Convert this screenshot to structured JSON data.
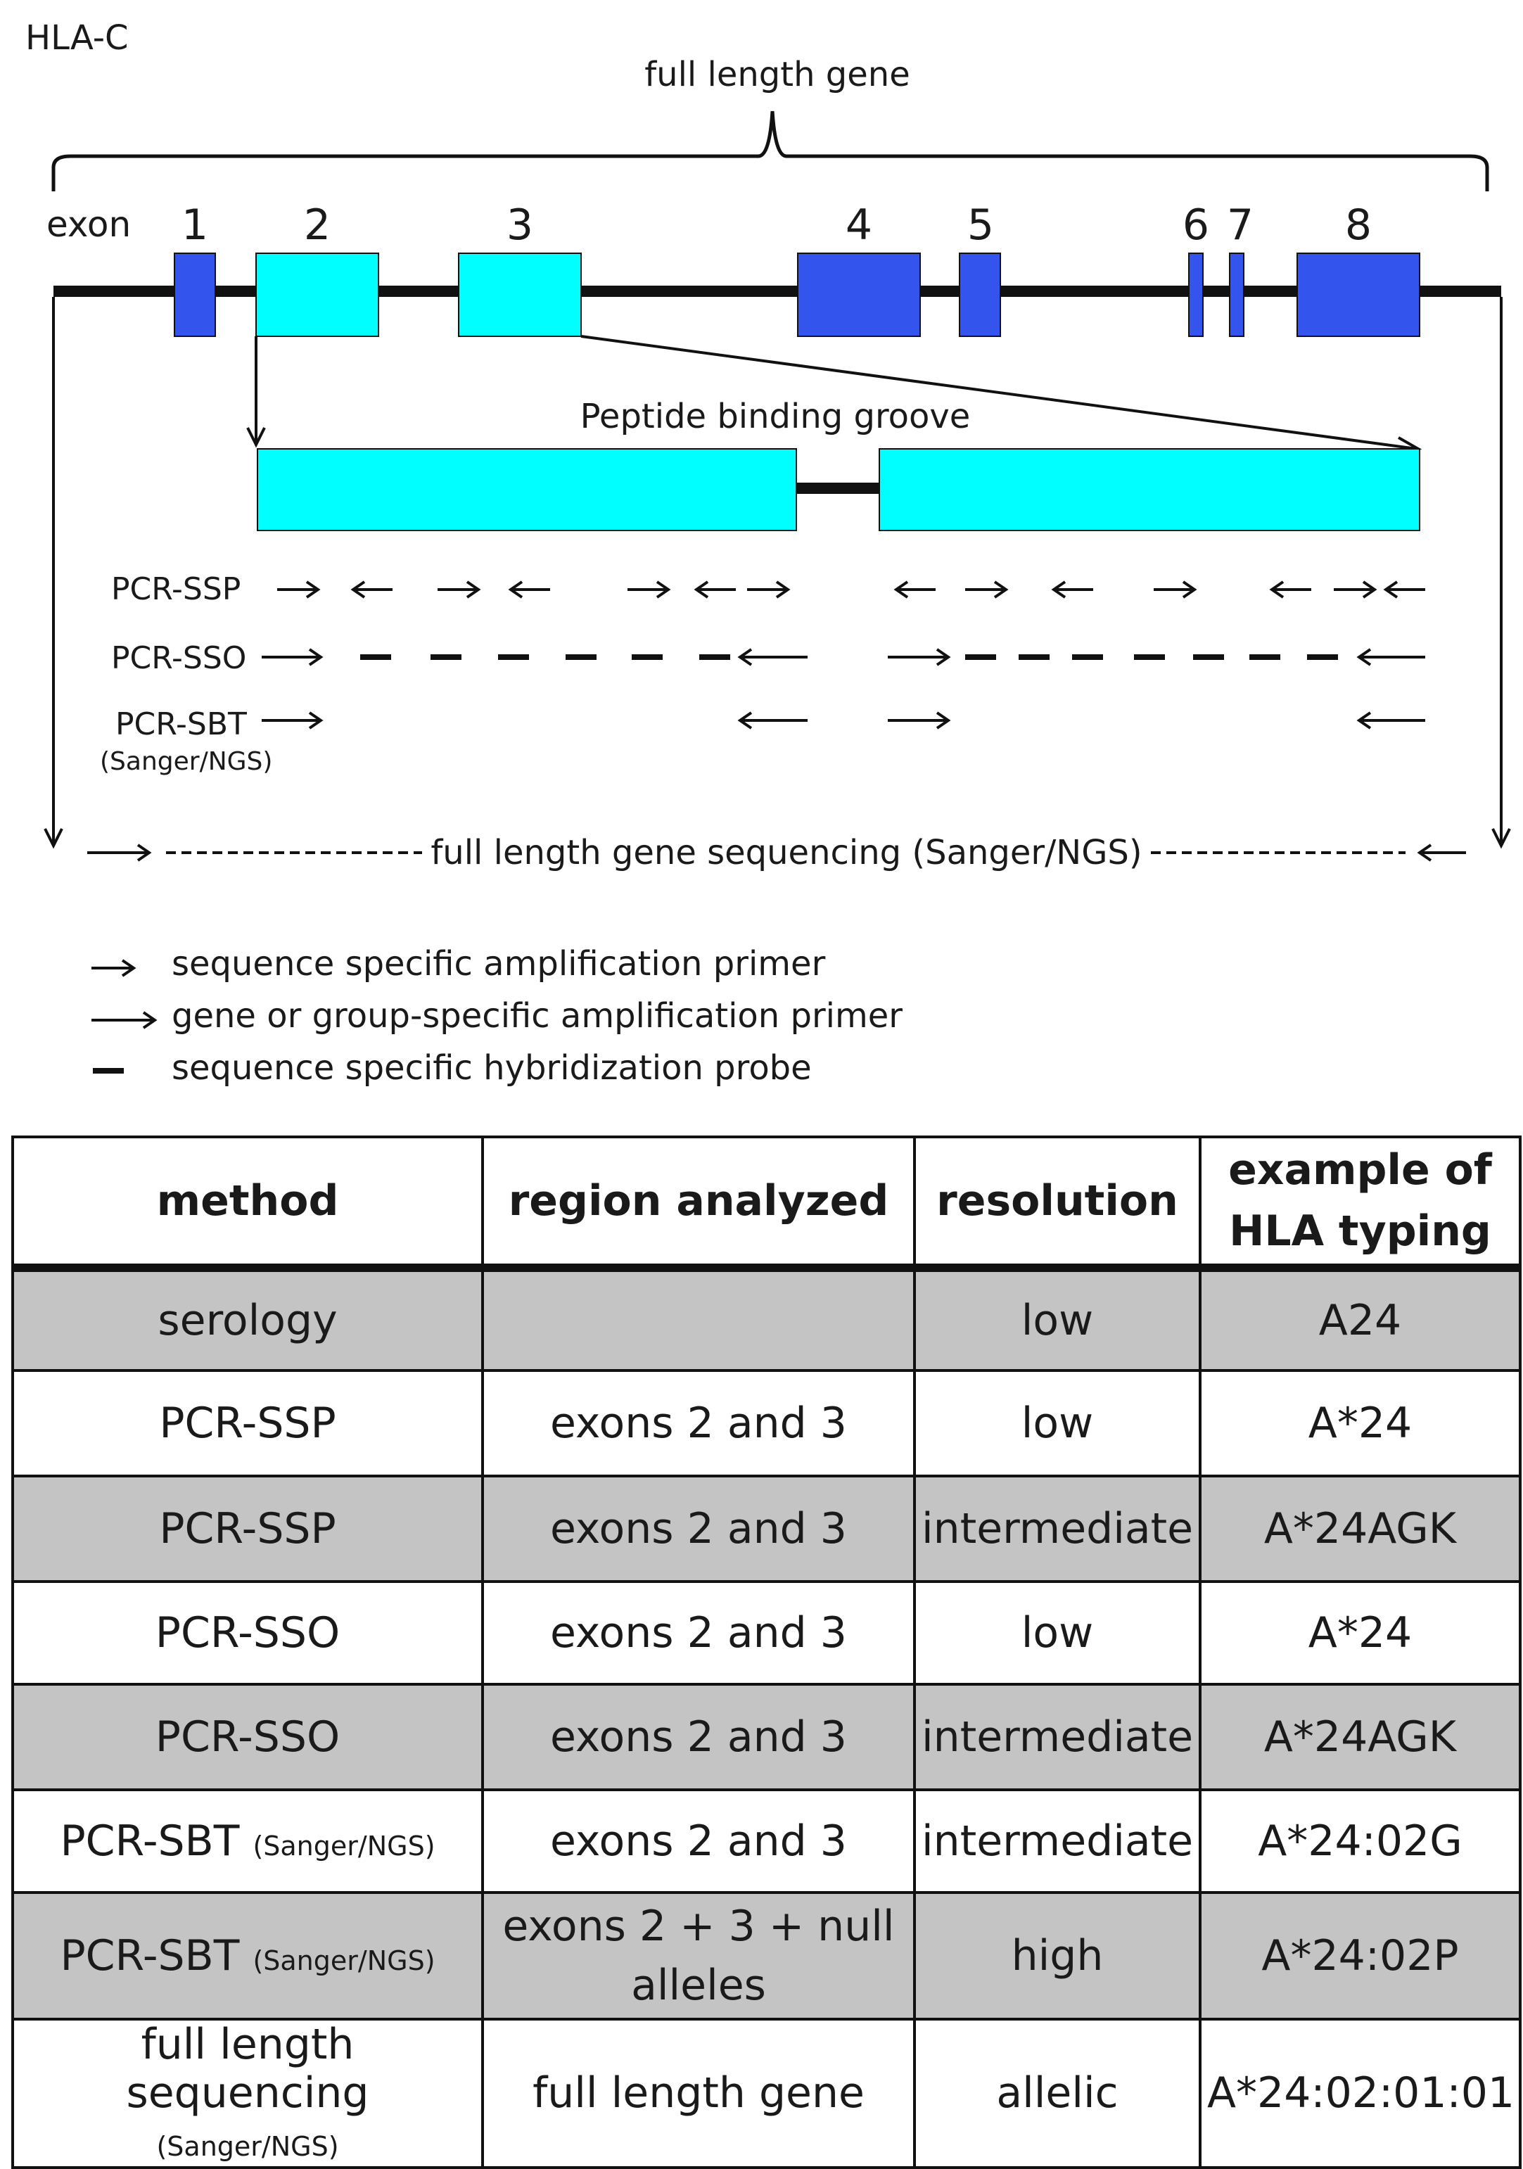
{
  "gene_label": "HLA-C",
  "full_length_label": "full length gene",
  "exon_label": "exon",
  "exons": [
    {
      "number": "1",
      "type": "other"
    },
    {
      "number": "2",
      "type": "peptide"
    },
    {
      "number": "3",
      "type": "peptide"
    },
    {
      "number": "4",
      "type": "other"
    },
    {
      "number": "5",
      "type": "other"
    },
    {
      "number": "6",
      "type": "other"
    },
    {
      "number": "7",
      "type": "other"
    },
    {
      "number": "8",
      "type": "other"
    }
  ],
  "groove_label": "Peptide binding groove",
  "methods": {
    "ssp": "PCR-SSP",
    "sso": "PCR-SSO",
    "sbt": "PCR-SBT",
    "sbt_sub": "(Sanger/NGS)"
  },
  "full_seq_label": "full length gene sequencing (Sanger/NGS)",
  "legend": [
    {
      "symbol": "short-arrow",
      "text": "sequence specific amplification primer"
    },
    {
      "symbol": "long-arrow",
      "text": "gene or group-specific amplification primer"
    },
    {
      "symbol": "dash",
      "text": "sequence specific hybridization probe"
    }
  ],
  "colors": {
    "exon_other": "#3355ee",
    "exon_peptide": "#00ffff",
    "row_shade": "#c4c4c4"
  },
  "table": {
    "headers": [
      "method",
      "region analyzed",
      "resolution",
      "example of HLA typing"
    ],
    "rows": [
      {
        "method": "serology",
        "method_sub": "",
        "region": "",
        "resolution": "low",
        "example": "A24"
      },
      {
        "method": "PCR-SSP",
        "method_sub": "",
        "region": "exons 2 and 3",
        "resolution": "low",
        "example": "A*24"
      },
      {
        "method": "PCR-SSP",
        "method_sub": "",
        "region": "exons 2 and 3",
        "resolution": "intermediate",
        "example": "A*24AGK"
      },
      {
        "method": "PCR-SSO",
        "method_sub": "",
        "region": "exons 2 and 3",
        "resolution": "low",
        "example": "A*24"
      },
      {
        "method": "PCR-SSO",
        "method_sub": "",
        "region": "exons 2 and 3",
        "resolution": "intermediate",
        "example": "A*24AGK"
      },
      {
        "method": "PCR-SBT",
        "method_sub": "(Sanger/NGS)",
        "region": "exons 2 and 3",
        "resolution": "intermediate",
        "example": "A*24:02G"
      },
      {
        "method": "PCR-SBT",
        "method_sub": "(Sanger/NGS)",
        "region": "exons 2 + 3 + null alleles",
        "resolution": "high",
        "example": "A*24:02P"
      },
      {
        "method": "full length sequencing",
        "method_sub": "(Sanger/NGS)",
        "region": "full length gene",
        "resolution": "allelic",
        "example": "A*24:02:01:01"
      }
    ]
  }
}
